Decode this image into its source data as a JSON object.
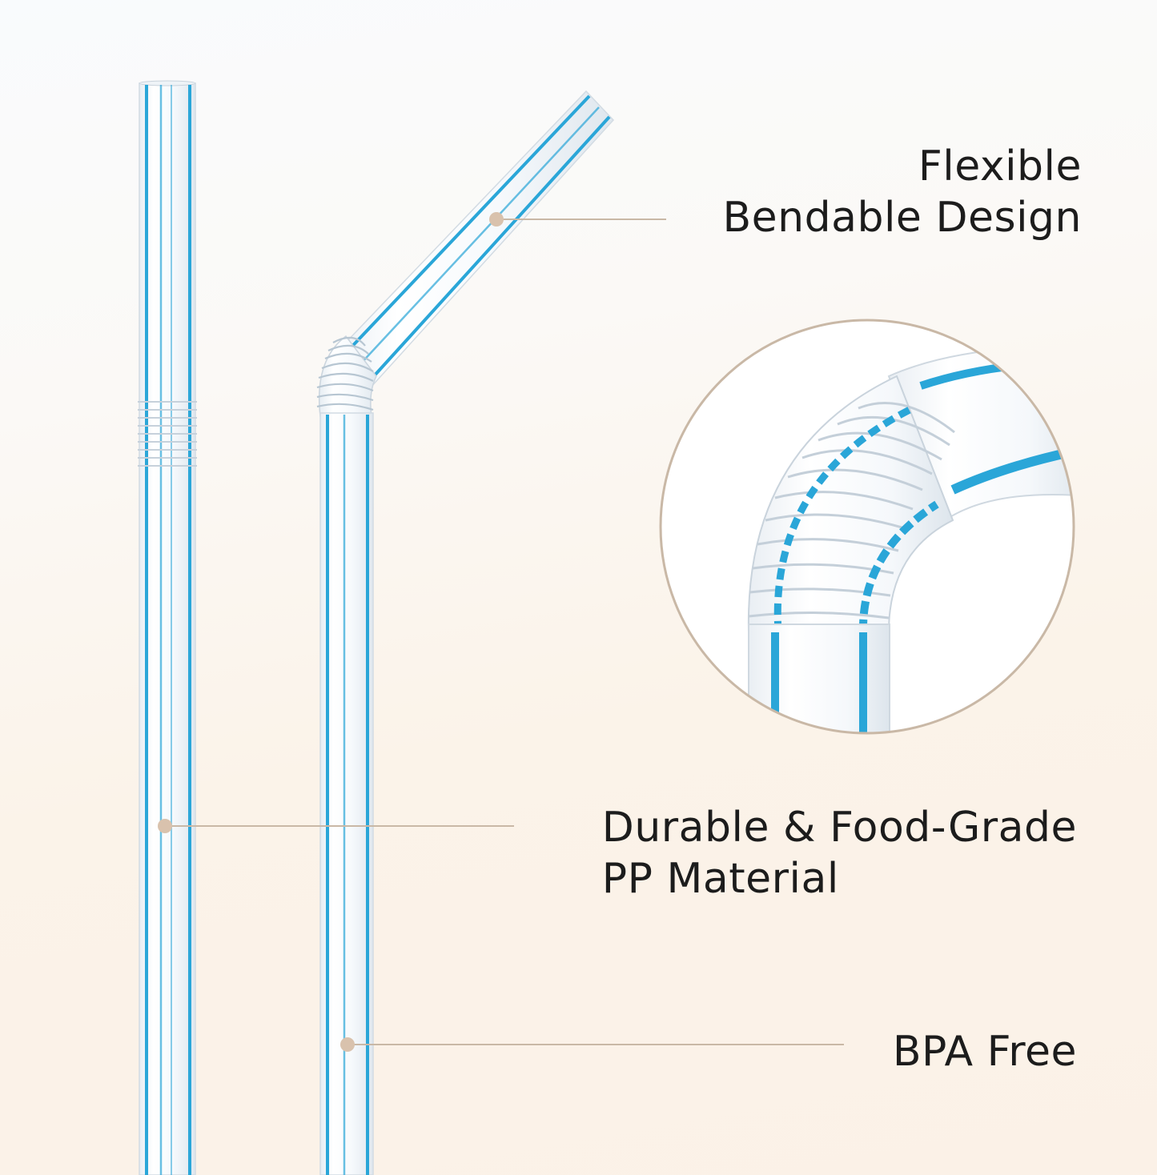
{
  "callouts": {
    "flexible": {
      "line1": "Flexible",
      "line2": "Bendable Design"
    },
    "durable": {
      "line1": "Durable & Food-Grade",
      "line2": "PP Material"
    },
    "bpa": {
      "line1": "BPA Free"
    }
  },
  "colors": {
    "stripe": "#2aa6d8",
    "leader": "#c9b8a6",
    "marker_dot": "#d9c2ad",
    "circle_border": "#c9b8a6",
    "text": "#1c1c1c"
  },
  "icons": {
    "marker": "dot-marker",
    "detail": "bend-closeup-circle"
  }
}
